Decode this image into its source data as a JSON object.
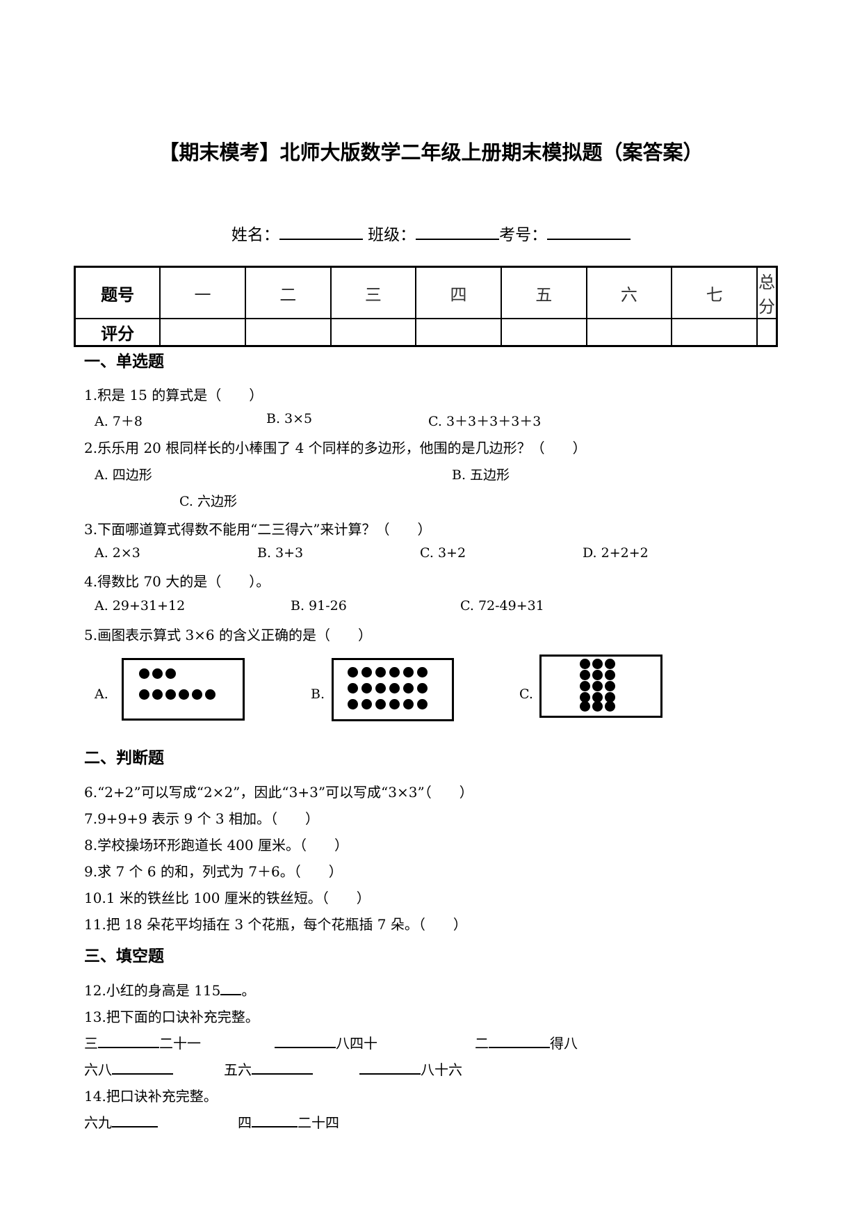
{
  "title": "【期末模考】北师大版数学二年级上册期末模拟题（案答案）",
  "info": {
    "name_label": "姓名：",
    "class_label": "班级：",
    "exam_label": "考号："
  },
  "score_table": {
    "row1": [
      "题号",
      "一",
      "二",
      "三",
      "四",
      "五",
      "六",
      "七",
      "总分"
    ],
    "row2_label": "评分"
  },
  "sections": {
    "s1": "一、单选题",
    "s2": "二、判断题",
    "s3": "三、填空题"
  },
  "q1": {
    "text": "1.积是 15 的算式是（　　）",
    "a": "A. 7＋8",
    "b": "B. 3×5",
    "c": "C. 3＋3＋3＋3＋3"
  },
  "q2": {
    "text": "2.乐乐用 20 根同样长的小棒围了 4 个同样的多边形，他围的是几边形？（　　）",
    "a": "A. 四边形",
    "b": "B. 五边形",
    "c": "C. 六边形"
  },
  "q3": {
    "text": "3.下面哪道算式得数不能用“二三得六”来计算？（　　）",
    "a": "A. 2×3",
    "b": "B. 3+3",
    "c": "C. 3+2",
    "d": "D. 2+2+2"
  },
  "q4": {
    "text": "4.得数比 70 大的是（　　）。",
    "a": "A. 29+31+12",
    "b": "B. 91-26",
    "c": "C. 72-49+31"
  },
  "q5": {
    "text": "5.画图表示算式 3×6 的含义正确的是（　　）",
    "a": "A.",
    "b": "B.",
    "c": "C."
  },
  "q6": "6.“2+2”可以写成“2×2”，因此“3+3”可以写成“3×3”（　　）",
  "q7": "7.9+9+9 表示 9 个 3 相加。（　　）",
  "q8": "8.学校操场环形跑道长 400 厘米。（　　）",
  "q9": "9.求 7 个 6 的和，列式为 7＋6。（　　）",
  "q10": "10.1 米的铁丝比 100 厘米的铁丝短。（　　）",
  "q11": "11.把 18 朵花平均插在 3 个花瓶，每个花瓶插 7 朵。（　　）",
  "q12": {
    "text": "12.小红的身高是 115",
    "end": "。"
  },
  "q13": {
    "text": "13.把下面的口诀补充完整。",
    "r1a_pre": "三",
    "r1a_post": "二十一",
    "r1b_post": "八四十",
    "r1c_pre": "二",
    "r1c_post": "得八",
    "r2a_pre": "六八",
    "r2b_pre": "五六",
    "r2c_post": "八十六"
  },
  "q14": {
    "text": "14.把口诀补充完整。",
    "a_pre": "六九",
    "b_pre": "四",
    "b_post": "二十四"
  }
}
